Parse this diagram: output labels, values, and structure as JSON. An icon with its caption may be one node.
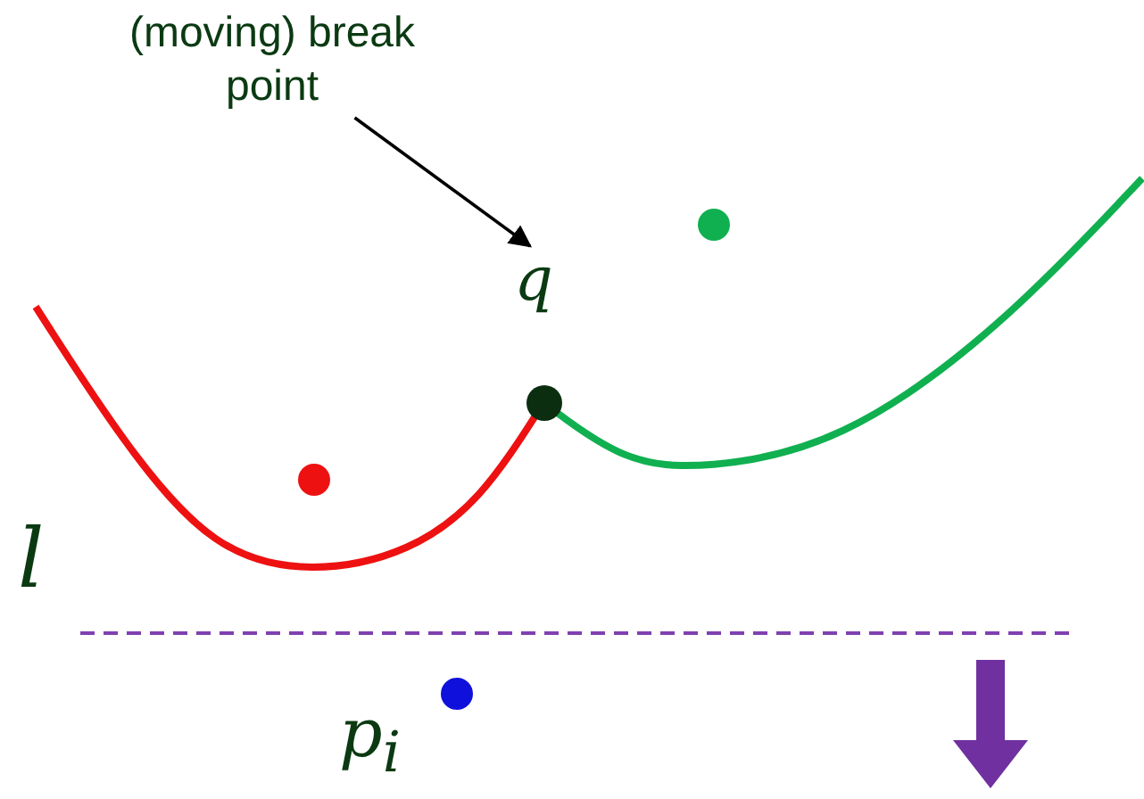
{
  "diagram": {
    "nodes": [
      {
        "text": [
          "(moving) break point"
        ]
      },
      {
        "text": [
          "q"
        ]
      }
    ],
    "edges": [
      {
        "from": 0,
        "to": 1,
        "arrow": "to"
      }
    ],
    "labels": [
      "l",
      "p$_{i}$"
    ]
  }
}
